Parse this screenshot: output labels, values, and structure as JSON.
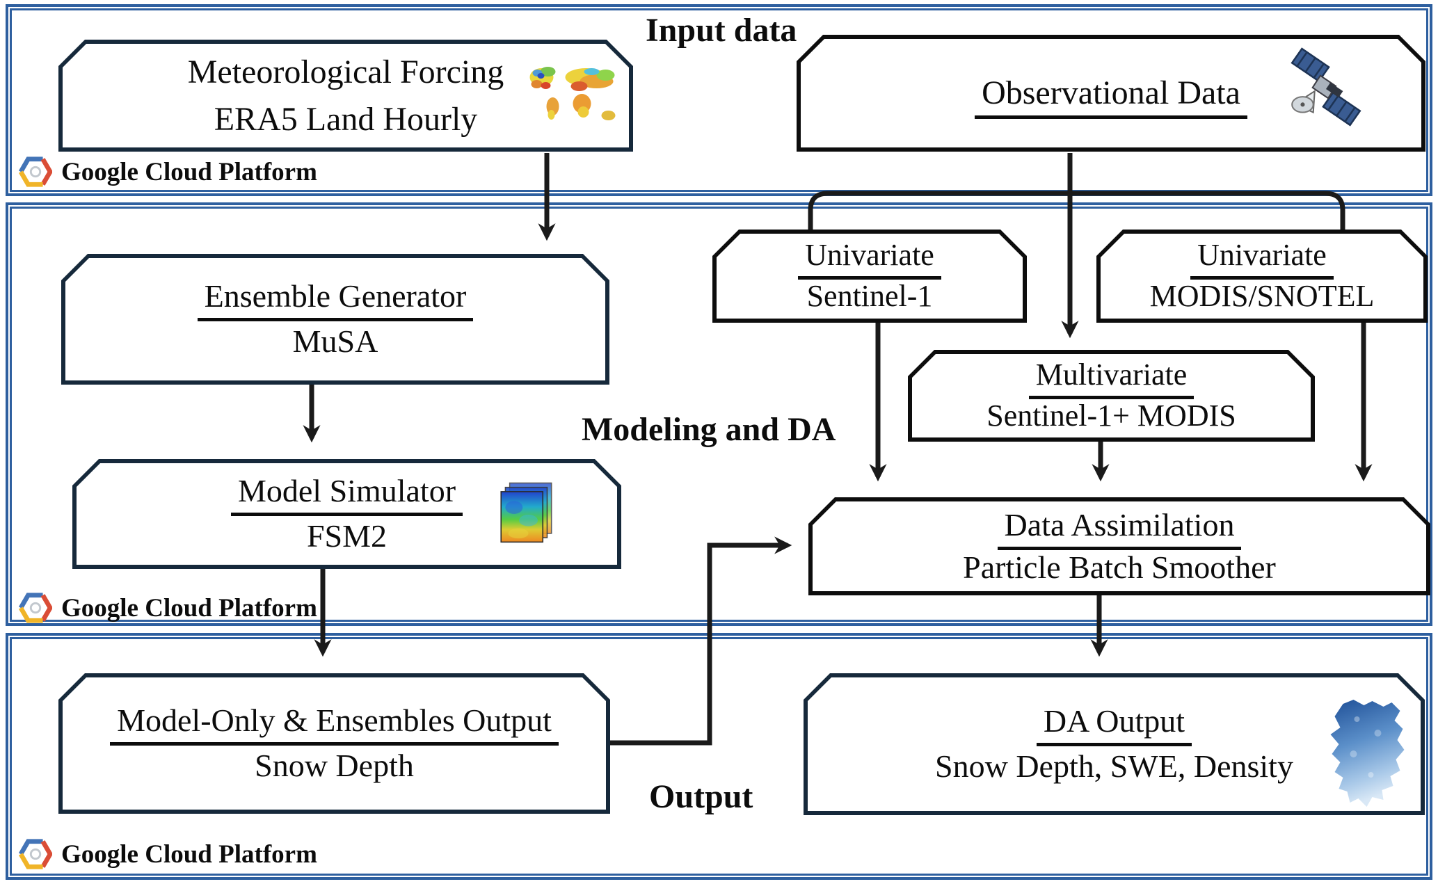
{
  "panels": {
    "input": {
      "label": "Input data"
    },
    "modeling": {
      "label": "Modeling and DA"
    },
    "output": {
      "label": "Output"
    }
  },
  "boxes": {
    "met_forcing": {
      "line1": "Meteorological Forcing",
      "line2": "ERA5 Land Hourly"
    },
    "observational": {
      "line1": "Observational Data"
    },
    "ensemble_generator": {
      "line1": "Ensemble Generator",
      "line2": "MuSA"
    },
    "model_simulator": {
      "line1": "Model Simulator",
      "line2": "FSM2"
    },
    "univariate_s1": {
      "line1": "Univariate",
      "line2": "Sentinel-1"
    },
    "univariate_modis": {
      "line1": "Univariate",
      "line2": "MODIS/SNOTEL"
    },
    "multivariate": {
      "line1": "Multivariate",
      "line2": "Sentinel-1+ MODIS"
    },
    "data_assimilation": {
      "line1": "Data Assimilation",
      "line2": "Particle Batch Smoother"
    },
    "model_only_output": {
      "line1": "Model-Only & Ensembles Output",
      "line2": "Snow Depth"
    },
    "da_output": {
      "line1": "DA Output",
      "line2": "Snow Depth, SWE, Density"
    }
  },
  "branding": {
    "gcp_label": "Google Cloud Platform"
  },
  "icons": {
    "met_forcing": "world-map-icon",
    "observational": "satellite-icon",
    "model_simulator": "data-cube-icon",
    "da_output": "basin-map-icon",
    "branding": "gcp-hexagon-icon"
  },
  "colors": {
    "panel_border": "#2e5f9f",
    "box_border_navy": "#16293b",
    "box_border_black": "#0d0d0d",
    "text": "#0c0c0c",
    "arrow": "#1a1a1a",
    "gcp_blue": "#4374b7",
    "gcp_red": "#da4d36",
    "gcp_yellow": "#f0b428",
    "gcp_ring": "#c2c8ce"
  }
}
